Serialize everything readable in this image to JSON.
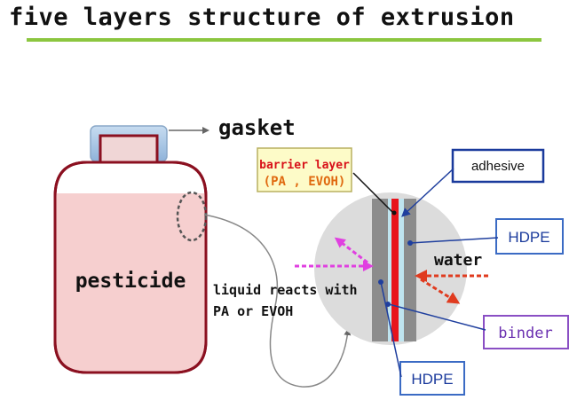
{
  "title": "five layers structure of extrusion",
  "colors": {
    "accent_bar": "#8cc63f",
    "bottle_fill": "#f6cfcf",
    "cap_fill": "#a7c6e6",
    "barrier_red": "#e8141c",
    "layer_gray": "#8c8c8c",
    "water_arrow": "#e03b1f",
    "pesticide_arrow": "#e040e0",
    "binder_border": "#8a4fc4",
    "adhesive_border": "#1a3a9c",
    "hdpe_border": "#3b6bc4"
  },
  "diagram": {
    "gasket_label": "gasket",
    "bottle_label": "pesticide",
    "barrier_label_line1": "barrier layer",
    "barrier_label_line2": "(PA  , EVOH)",
    "adhesive_label": "adhesive",
    "hdpe_right_label": "HDPE",
    "water_label": "water",
    "binder_label": "binder",
    "hdpe_bottom_label": "HDPE",
    "reaction_line1": "liquid reacts with",
    "reaction_line2": "PA or EVOH"
  }
}
